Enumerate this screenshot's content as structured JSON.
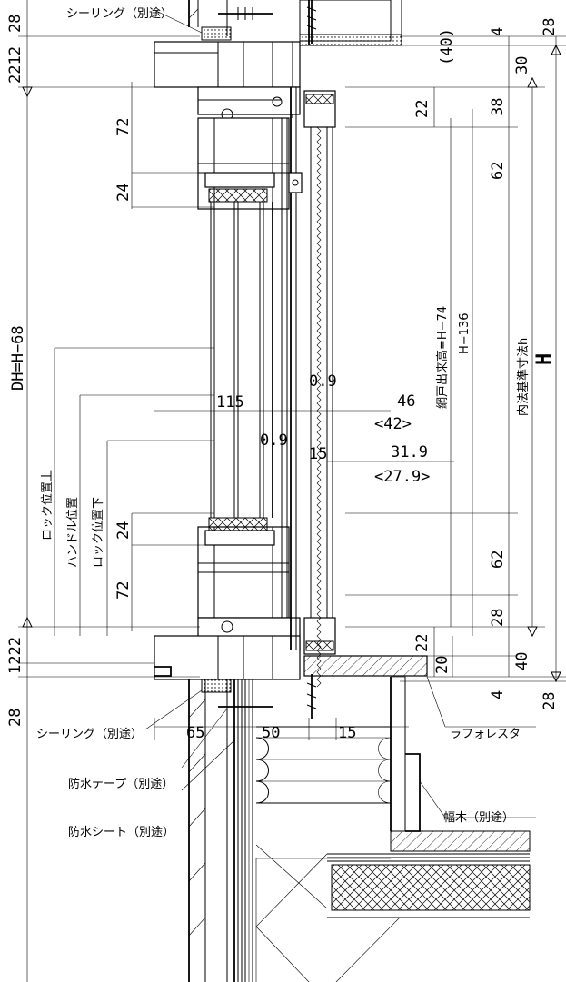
{
  "labels": {
    "sealing_top": "シーリング（別途）",
    "sealing_bottom": "シーリング（別途）",
    "waterproof_tape": "防水テープ（別途）",
    "waterproof_sheet": "防水シート（別途）",
    "laforesta": "ラフォレスタ",
    "baseboard": "幅木（別途）",
    "lock_upper": "ロック位置上",
    "handle_pos": "ハンドル位置",
    "lock_lower": "ロック位置下",
    "dh": "DH=H−68",
    "screen_height": "網戸出来高=H−74",
    "h136": "H−136",
    "inner_std": "内法基準寸法h",
    "h": "H"
  },
  "dims": {
    "d28_tl": "28",
    "d22_12_top": "2212",
    "d72_top": "72",
    "d24_top": "24",
    "d24_bot": "24",
    "d72_bot": "72",
    "d12_22_bot": "1222",
    "d28_bl": "28",
    "d4_top": "4",
    "d40_paren": "(40)",
    "d30": "30",
    "d28_tr": "28",
    "d22_tc": "22",
    "d38": "38",
    "d62_top": "62",
    "d115": "115",
    "d0_9_a": "0.9",
    "d0_9_b": "0.9",
    "d15_mid": "15",
    "d46": "46",
    "d42": "<42>",
    "d31_9": "31.9",
    "d27_9": "<27.9>",
    "d62_bot": "62",
    "d28_mid": "28",
    "d22_bc": "22",
    "d20": "20",
    "d40_r": "40",
    "d4_bot": "4",
    "d28_br": "28",
    "d65": "65",
    "d50": "50",
    "d15_bot": "15"
  }
}
